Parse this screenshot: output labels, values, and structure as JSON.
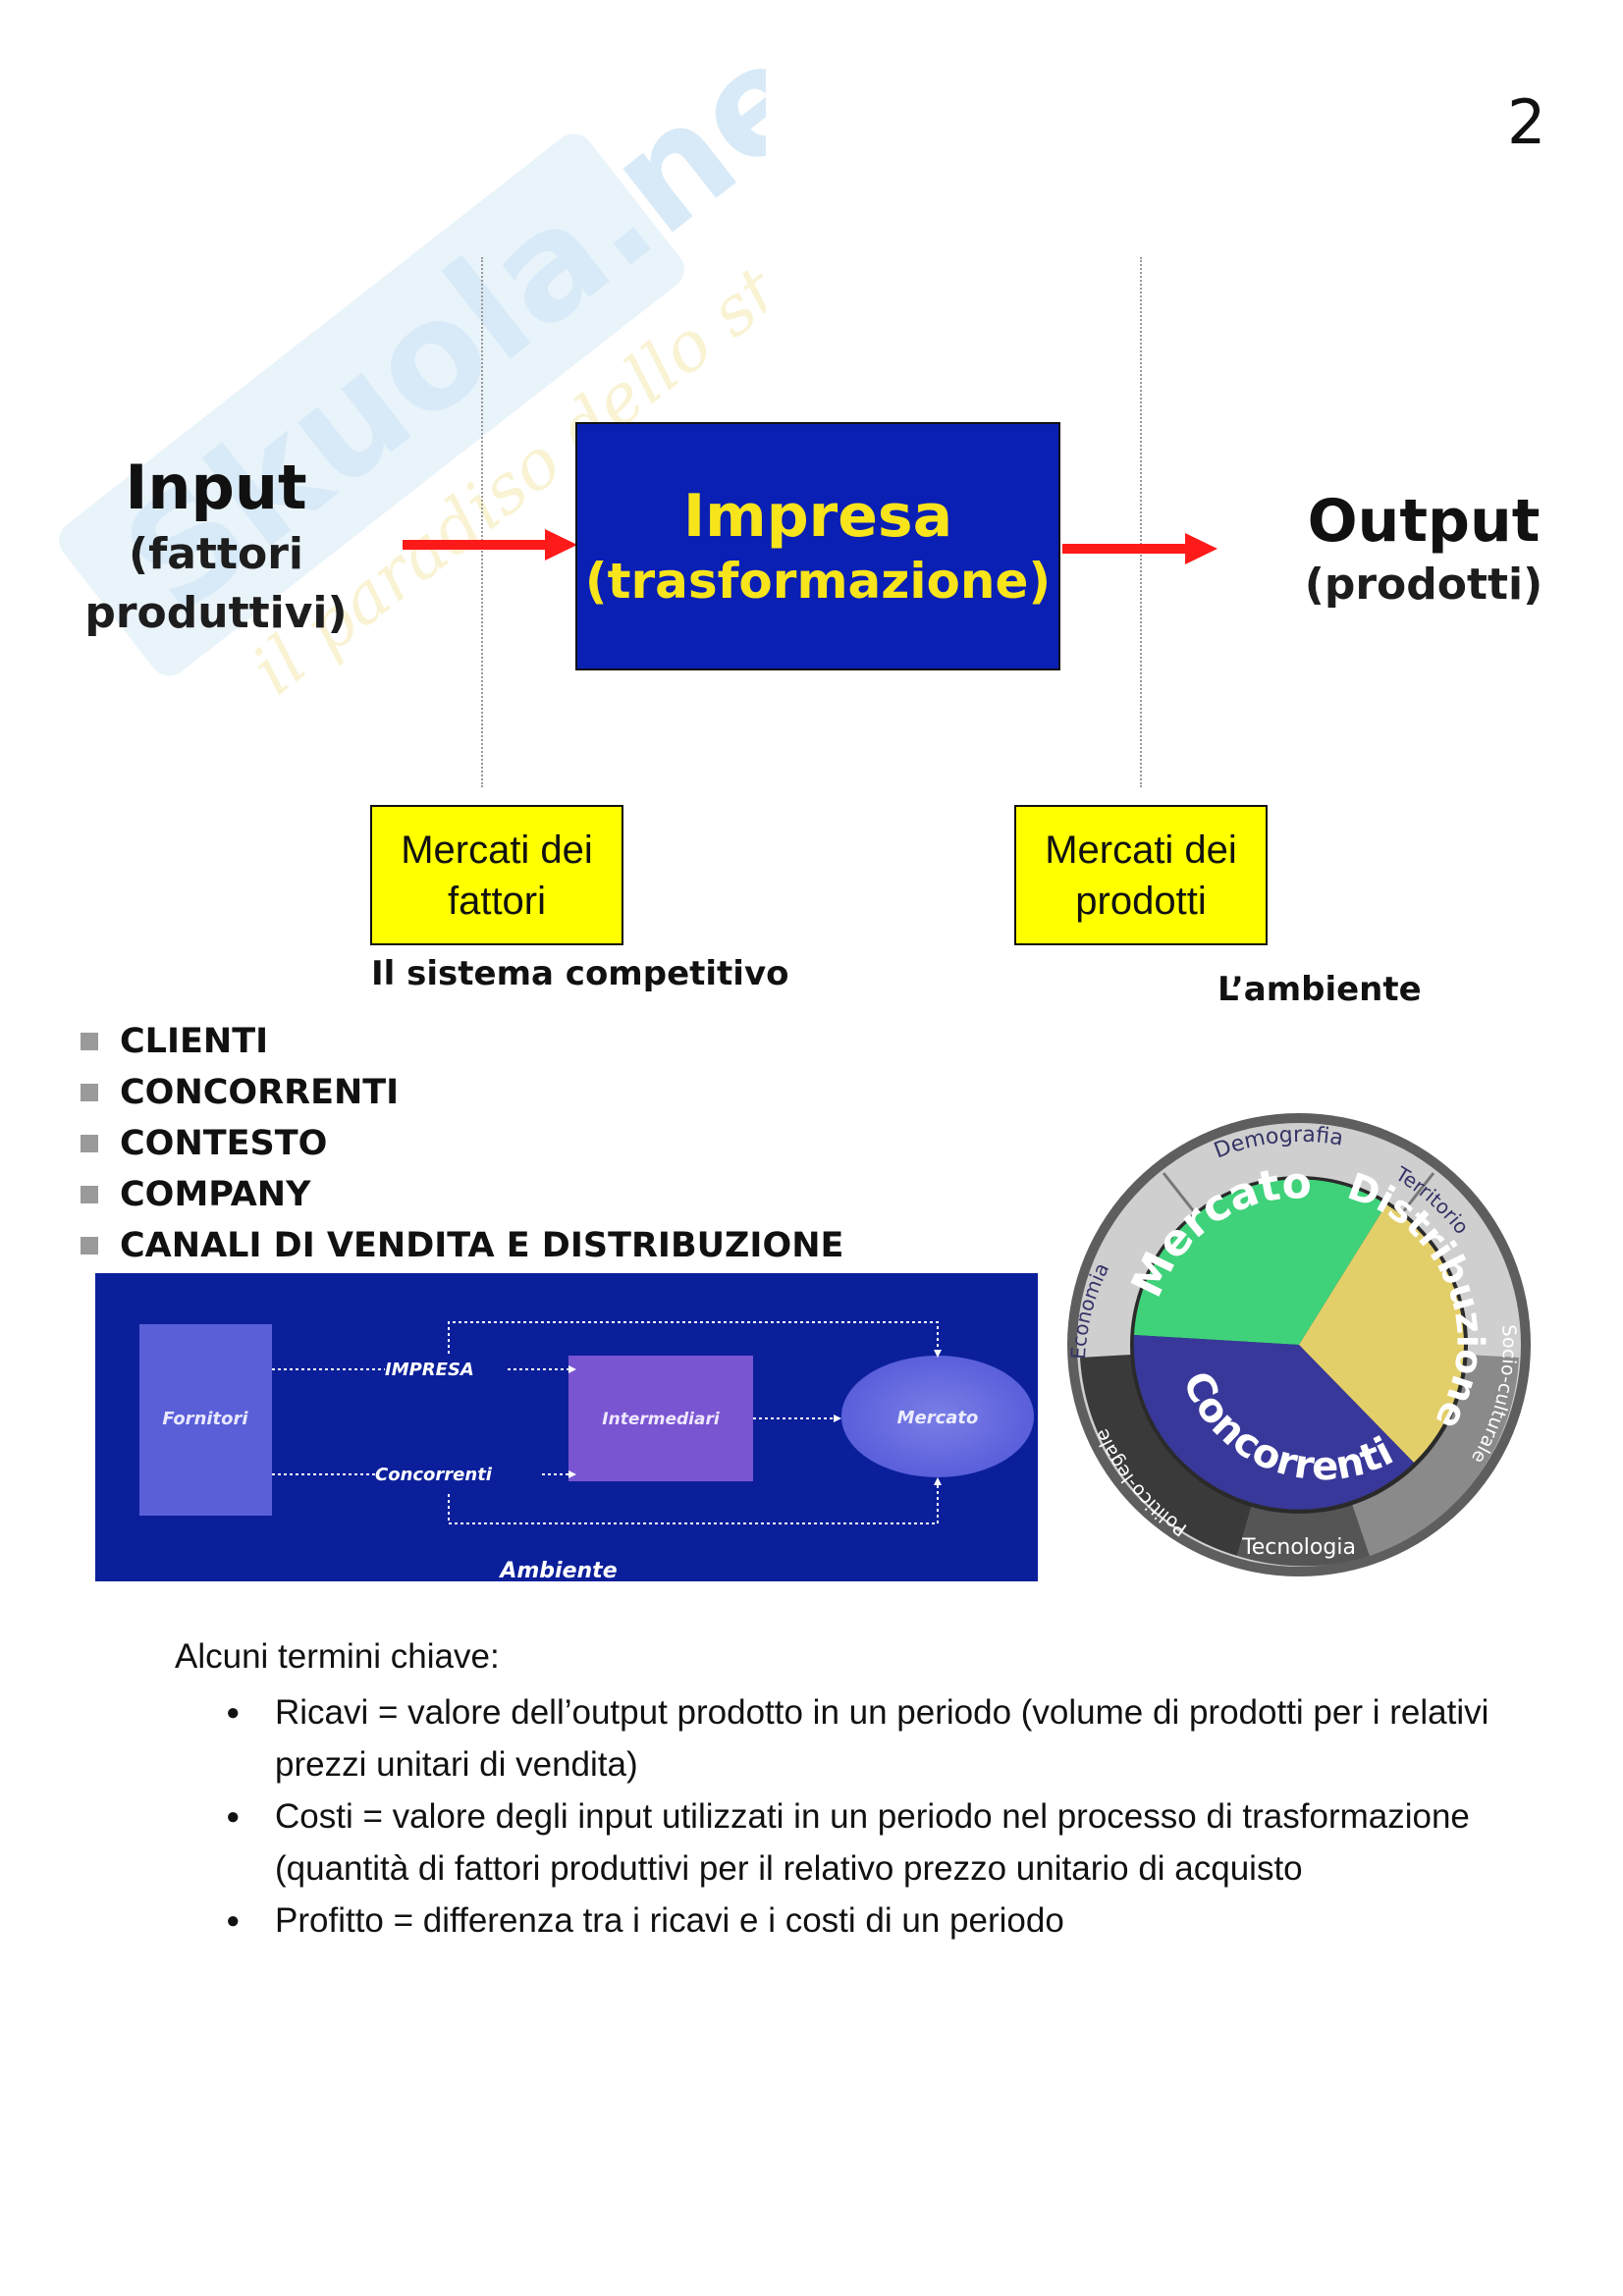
{
  "page_number": "2",
  "watermark": {
    "brand": "Skuola.net",
    "tagline": "il paradiso dello studente"
  },
  "diagram_top": {
    "input_title": "Input",
    "input_sub_1": "(fattori",
    "input_sub_2": "produttivi)",
    "impresa_title": "Impresa",
    "impresa_sub": "(trasformazione)",
    "output_title": "Output",
    "output_sub": "(prodotti)",
    "box_left_line1": "Mercati dei",
    "box_left_line2": "fattori",
    "box_right_line1": "Mercati dei",
    "box_right_line2": "prodotti",
    "label_left": "Il sistema competitivo",
    "label_right": "L’ambiente",
    "colors": {
      "box_blue": "#0a1fb4",
      "box_text": "#f7e41b",
      "arrow": "#ff1a1a",
      "yellow": "#ffff00"
    }
  },
  "list_items": [
    "CLIENTI",
    "CONCORRENTI",
    "CONTESTO",
    "COMPANY",
    "CANALI DI VENDITA E DISTRIBUZIONE"
  ],
  "channel_diagram": {
    "fornitori": "Fornitori",
    "impresa": "IMPRESA",
    "concorrenti": "Concorrenti",
    "intermediari": "Intermediari",
    "mercato": "Mercato",
    "ambiente": "Ambiente"
  },
  "wheel": {
    "inner": [
      "Mercato",
      "Distribuzione",
      "Concorrenti"
    ],
    "outer": [
      "Demografia",
      "Territorio",
      "Socio-culturale",
      "Tecnologia",
      "Politico-legale",
      "Economia"
    ],
    "colors": {
      "mercato": "#3fd27a",
      "distribuzione": "#e3cf6a",
      "concorrenti": "#38389a"
    }
  },
  "terms": {
    "title": "Alcuni termini chiave:",
    "items": [
      "Ricavi = valore dell’output prodotto in un periodo (volume di prodotti per i relativi prezzi unitari di vendita)",
      "Costi = valore degli input utilizzati in un periodo nel processo di trasformazione (quantità di fattori produttivi per il relativo prezzo unitario di acquisto",
      "Profitto = differenza tra i ricavi e i costi di un periodo"
    ]
  }
}
